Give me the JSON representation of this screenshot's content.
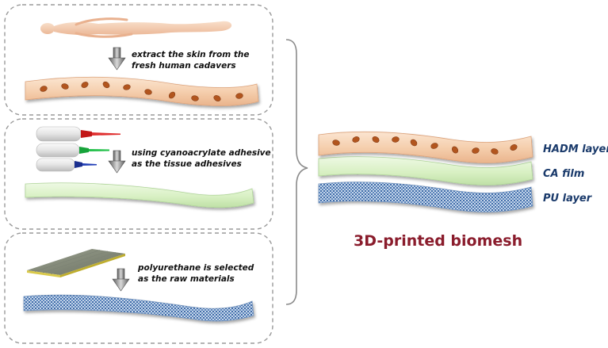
{
  "steps": [
    {
      "line1": "extract the skin from the",
      "line2": "fresh human cadavers"
    },
    {
      "line1": "using cyanoacrylate adhesive",
      "line2": "as the tissue adhesives"
    },
    {
      "line1": "polyurethane is selected",
      "line2": "as the raw materials"
    }
  ],
  "layers": {
    "hadm": "HADM layer",
    "ca": "CA film",
    "pu": "PU layer"
  },
  "title": "3D-printed biomesh",
  "colors": {
    "hadm_fill": "#f6d5b6",
    "hadm_edge": "#e9b48d",
    "cell": "#b2551e",
    "ca_fill": "#dcf2c9",
    "ca_edge": "#b5d9a0",
    "pu_fill": "#a9c1dc",
    "pu_dot": "#3c6aa6",
    "title": "#8a1c2c",
    "label": "#1a3a6b"
  }
}
